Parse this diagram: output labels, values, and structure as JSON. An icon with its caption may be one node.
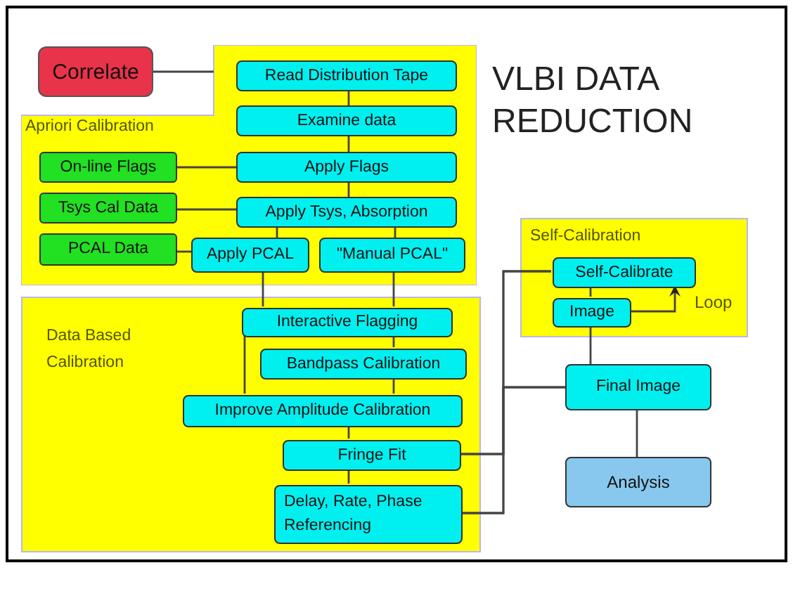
{
  "diagram": {
    "title": "VLBI DATA REDUCTION",
    "nodes": [
      {
        "text": [
          "Correlate"
        ]
      },
      {
        "text": [
          "Apriori Calibration"
        ]
      },
      {
        "text": [
          "Read Distribution Tape"
        ],
        "in": 1
      },
      {
        "text": [
          "Examine data"
        ],
        "in": 1
      },
      {
        "text": [
          "Apply Flags"
        ],
        "in": 1
      },
      {
        "text": [
          "On-line Flags"
        ],
        "in": 1
      },
      {
        "text": [
          "Apply Tsys, Absorption"
        ],
        "in": 1
      },
      {
        "text": [
          "Tsys Cal Data"
        ],
        "in": 1
      },
      {
        "text": [
          "Apply PCAL"
        ],
        "in": 1
      },
      {
        "text": [
          "\"Manual PCAL\""
        ],
        "in": 1
      },
      {
        "text": [
          "PCAL Data"
        ],
        "in": 1
      },
      {
        "text": [
          "Data Based Calibration"
        ]
      },
      {
        "text": [
          "Interactive Flagging"
        ],
        "in": 11
      },
      {
        "text": [
          "Bandpass Calibration"
        ],
        "in": 11
      },
      {
        "text": [
          "Improve Amplitude Calibration"
        ],
        "in": 11
      },
      {
        "text": [
          "Fringe Fit"
        ],
        "in": 11
      },
      {
        "text": [
          "Delay, Rate, Phase Referencing"
        ],
        "in": 11
      },
      {
        "text": [
          "Self-Calibration"
        ]
      },
      {
        "text": [
          "Self-Calibrate"
        ],
        "in": 17
      },
      {
        "text": [
          "Image"
        ],
        "in": 17
      },
      {
        "text": [
          "Final Image"
        ]
      },
      {
        "text": [
          "Analysis"
        ]
      }
    ],
    "edges": [
      {
        "from": 0,
        "to": 1,
        "arrow": "none"
      },
      {
        "from": 2,
        "to": 3,
        "arrow": "none"
      },
      {
        "from": 3,
        "to": 4,
        "arrow": "none"
      },
      {
        "from": 4,
        "to": 6,
        "arrow": "none"
      },
      {
        "from": 5,
        "to": 4,
        "arrow": "none"
      },
      {
        "from": 7,
        "to": 6,
        "arrow": "none"
      },
      {
        "from": 10,
        "to": 8,
        "arrow": "none"
      },
      {
        "from": 6,
        "to": 8,
        "arrow": "none"
      },
      {
        "from": 6,
        "to": 9,
        "arrow": "none"
      },
      {
        "from": 8,
        "to": 12,
        "arrow": "none"
      },
      {
        "from": 9,
        "to": 12,
        "arrow": "none"
      },
      {
        "from": 12,
        "to": 14,
        "arrow": "none"
      },
      {
        "from": 12,
        "to": 13,
        "arrow": "none"
      },
      {
        "from": 13,
        "to": 14,
        "arrow": "none"
      },
      {
        "from": 14,
        "to": 15,
        "arrow": "none"
      },
      {
        "from": 15,
        "to": 16,
        "arrow": "none"
      },
      {
        "from": 15,
        "to": 18,
        "arrow": "none"
      },
      {
        "from": 15,
        "to": 20,
        "arrow": "none"
      },
      {
        "from": 16,
        "to": 18,
        "arrow": "none"
      },
      {
        "from": 16,
        "to": 20,
        "arrow": "none"
      },
      {
        "from": 18,
        "to": 19,
        "arrow": "none"
      },
      {
        "from": 19,
        "to": 18,
        "arrow": "to",
        "label": "Loop"
      },
      {
        "from": 19,
        "to": 20,
        "arrow": "none"
      },
      {
        "from": 20,
        "to": 21,
        "arrow": "none"
      }
    ]
  }
}
